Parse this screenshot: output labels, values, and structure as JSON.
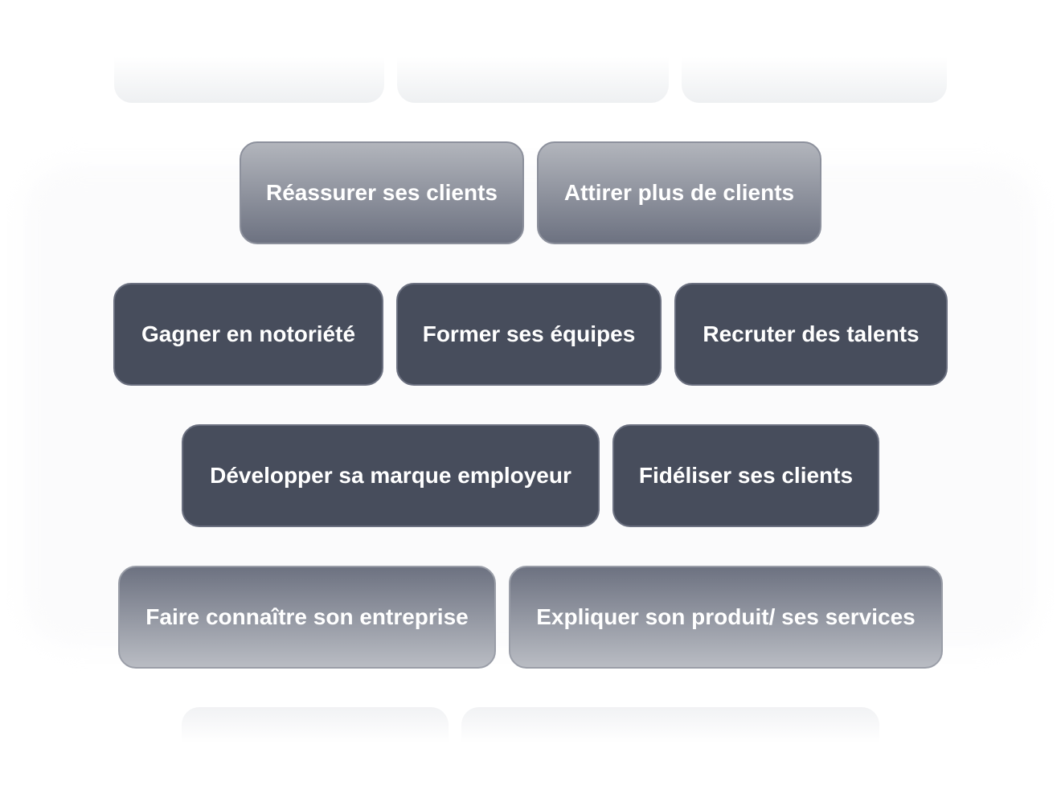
{
  "rows": [
    {
      "items": []
    },
    {
      "items": [
        {
          "label": "Réassurer ses clients"
        },
        {
          "label": "Attirer plus de clients"
        }
      ]
    },
    {
      "items": [
        {
          "label": "Gagner en notoriété"
        },
        {
          "label": "Former ses équipes"
        },
        {
          "label": "Recruter des talents"
        }
      ]
    },
    {
      "items": [
        {
          "label": "Développer sa marque employeur"
        },
        {
          "label": "Fidéliser ses clients"
        }
      ]
    },
    {
      "items": [
        {
          "label": "Faire connaître son entreprise"
        },
        {
          "label": "Expliquer son produit/ ses services"
        }
      ]
    },
    {
      "items": []
    }
  ]
}
